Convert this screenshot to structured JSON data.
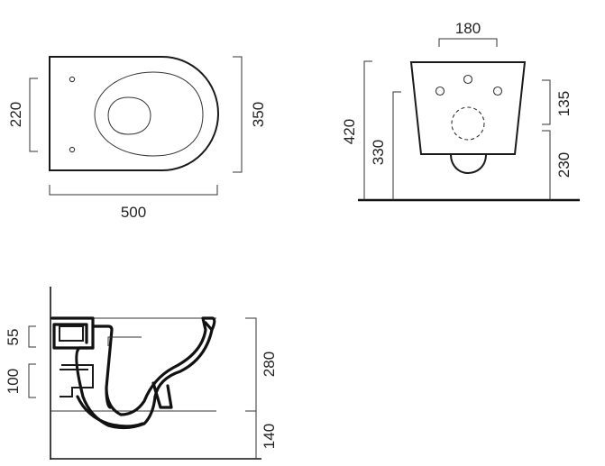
{
  "top_view": {
    "dim_width": "500",
    "dim_depth": "350",
    "dim_fixing_holes": "220"
  },
  "front_view": {
    "dim_fixing_spacing": "180",
    "dim_height_total": "420",
    "dim_height_inlet": "330",
    "dim_upper": "135",
    "dim_lower": "230"
  },
  "side_view": {
    "dim_top_inlet": "55",
    "dim_outlet": "100",
    "dim_bowl_height": "280",
    "dim_base": "140"
  },
  "colors": {
    "line": "#1a1a1a",
    "text": "#222222"
  }
}
